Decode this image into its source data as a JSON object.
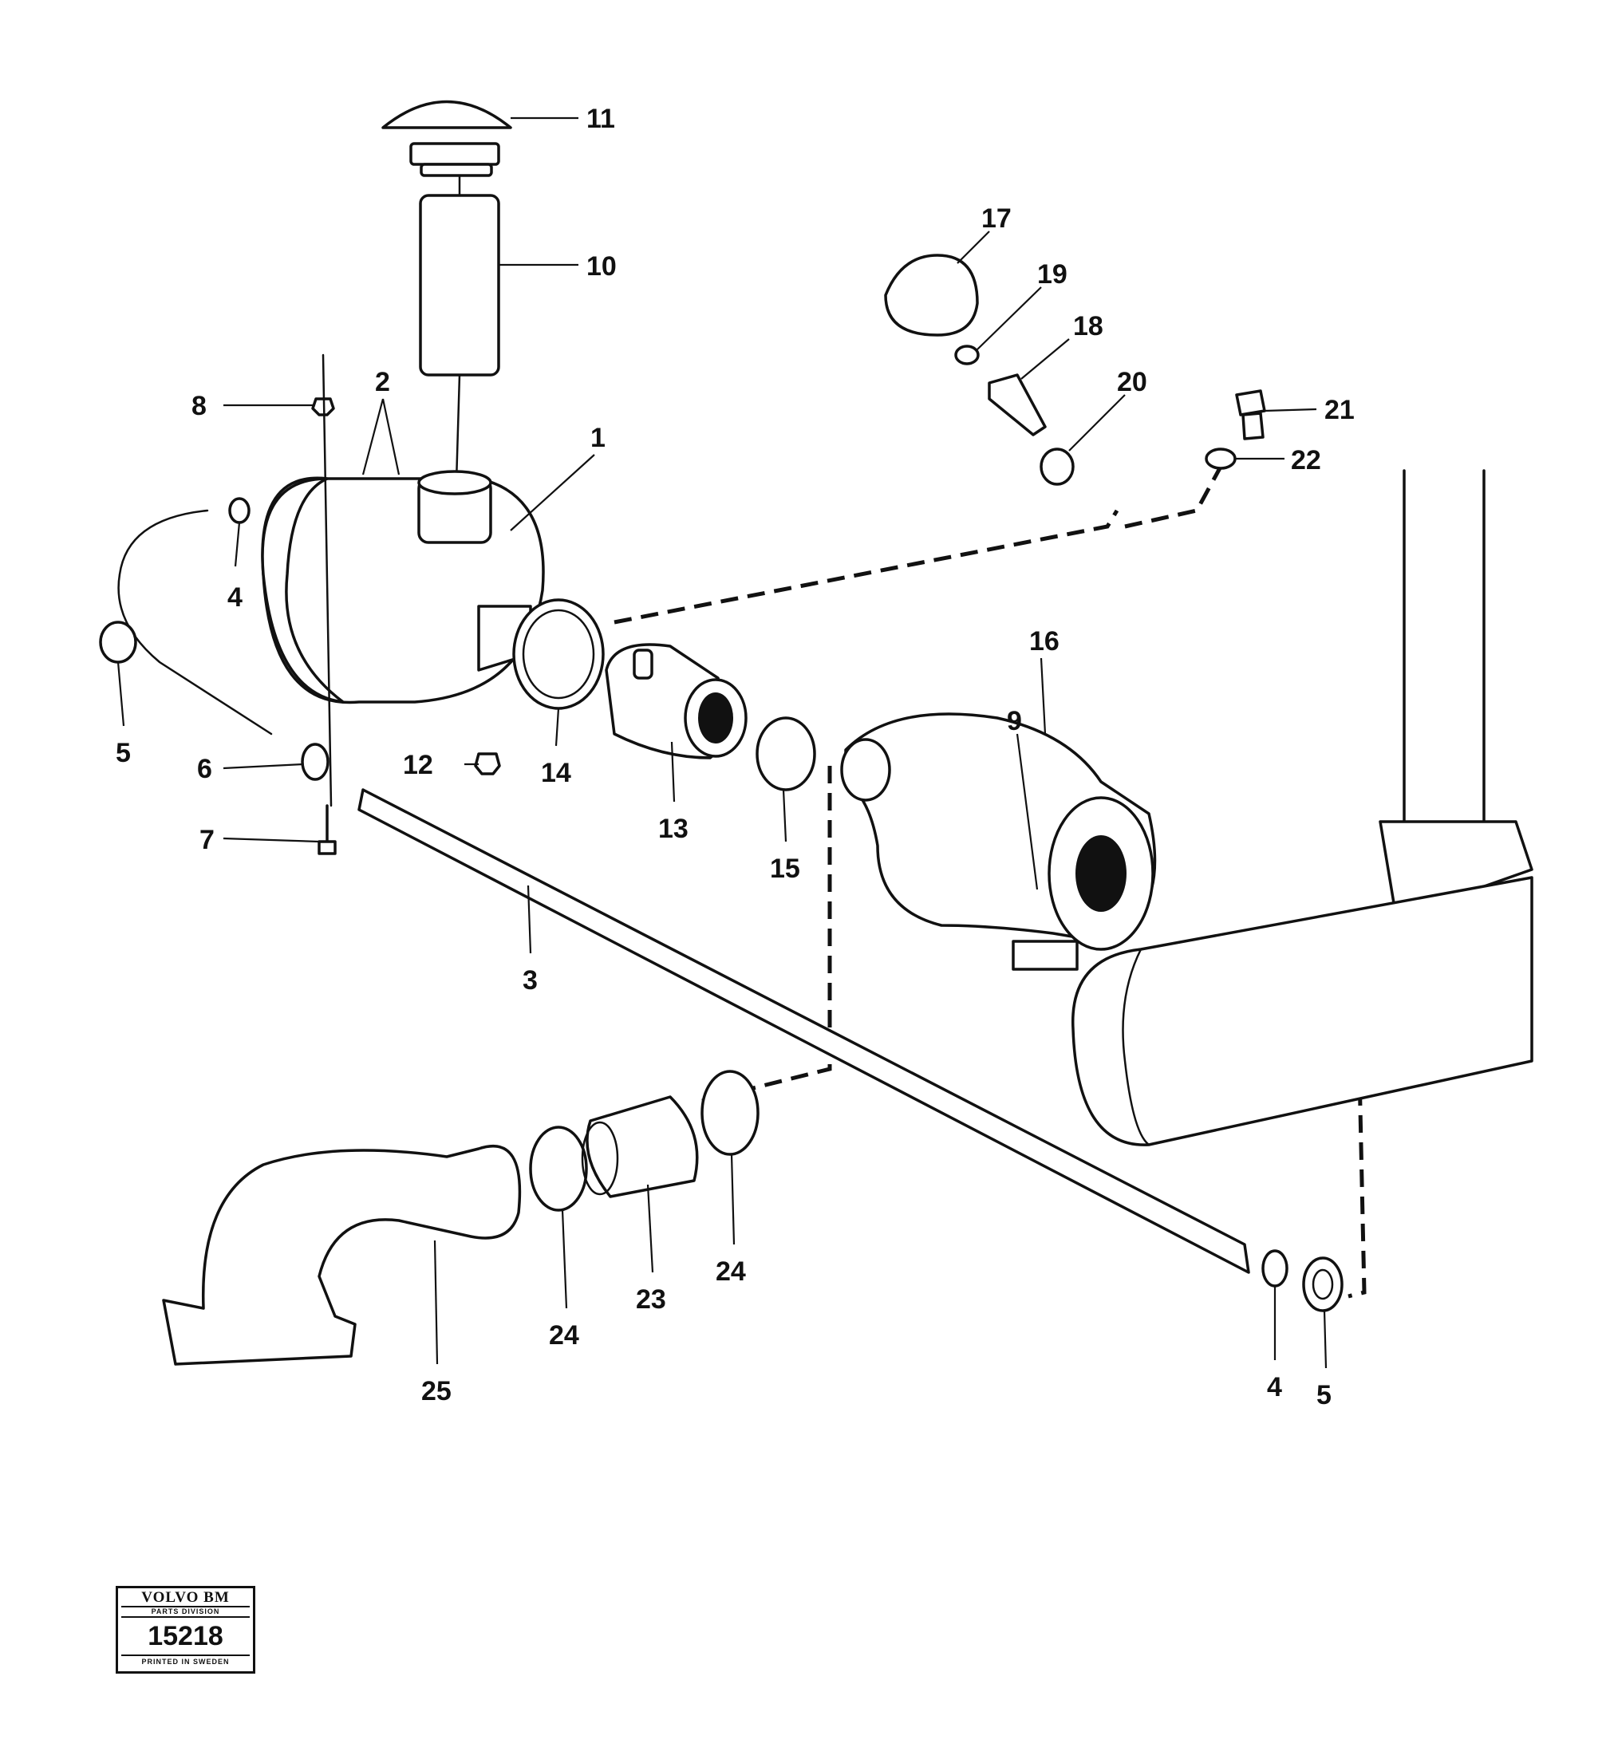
{
  "diagram": {
    "labels": [
      "1",
      "2",
      "3",
      "4",
      "5",
      "6",
      "7",
      "8",
      "9",
      "10",
      "11",
      "12",
      "13",
      "14",
      "15",
      "16",
      "17",
      "18",
      "19",
      "20",
      "21",
      "22",
      "23",
      "24",
      "24",
      "25",
      "4",
      "5"
    ]
  },
  "stamp": {
    "brand": "VOLVO BM",
    "division": "PARTS DIVISION",
    "code": "15218",
    "printed": "PRINTED IN SWEDEN"
  }
}
